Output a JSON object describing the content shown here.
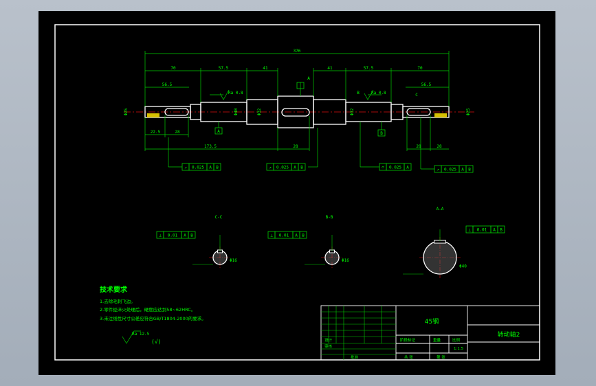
{
  "colors": {
    "background": "#000000",
    "frame": "#ffffff",
    "part": "#ffffff",
    "dimension": "#00d000",
    "centerline": "#e01010",
    "callout": "#00e0ff",
    "text": "#00ff00"
  },
  "drawing": {
    "dims": {
      "overall": "376",
      "seg_left_1": "70",
      "seg_left_2": "57.5",
      "seg_left_3": "41",
      "seg_right_3": "41",
      "seg_right_2": "57.5",
      "seg_right_1": "70",
      "keyway_left": "56.5",
      "keyway_right": "56.5",
      "bottom_left_1": "22.5",
      "bottom_left_2": "28",
      "bottom_left_3": "173.5",
      "bottom_center": "28",
      "bottom_right_1": "28",
      "bottom_right_2": "28",
      "dia_end_left": "Φ25",
      "dia_end_right": "Φ25",
      "dia_mid_left": "Φ32",
      "dia_mid_right": "Φ32",
      "dia_center": "Φ40"
    },
    "roughness_left": "Ra 0.8",
    "roughness_right": "Ra 0.8",
    "datum_a": "A",
    "datum_b": "B",
    "section_mark_a": "A",
    "section_mark_b": "B",
    "section_mark_c": "C",
    "tolerance_frames": [
      {
        "sym": "↗",
        "value": "0.025",
        "d1": "A",
        "d2": "B"
      },
      {
        "sym": "↗",
        "value": "0.025",
        "d1": "A",
        "d2": "B"
      },
      {
        "sym": "⌭",
        "value": "0.025",
        "d1": "A",
        "d2": ""
      },
      {
        "sym": "↗",
        "value": "0.025",
        "d1": "A",
        "d2": "B"
      }
    ],
    "sections": [
      {
        "label": "C-C",
        "tol": "0.01",
        "d1": "A",
        "d2": "B",
        "dia": "Φ16"
      },
      {
        "label": "B-B",
        "tol": "0.01",
        "d1": "A",
        "d2": "B",
        "dia": "Φ16"
      },
      {
        "label": "A-A",
        "tol": "0.01",
        "d1": "A",
        "d2": "B",
        "dia": "Φ40"
      }
    ]
  },
  "tech_requirements": {
    "title": "技术要求",
    "items": [
      "1.去除毛刺飞边。",
      "2.零件经淬火处理后，硬度应达到58~62HRC。",
      "3.未注线性尺寸公差应符合GB/T1804-2000的要求。"
    ],
    "roughness": "Ra 12.5",
    "roughness_other": "(√)"
  },
  "title_block": {
    "material": "45钢",
    "part_name": "转动轴2",
    "scale": "1:1.5",
    "labels": {
      "design": "设计",
      "check": "审核",
      "approve": "批准",
      "stage_mark": "阶段标记",
      "weight": "重量",
      "scale_label": "比例",
      "sheet_total": "共 张",
      "sheet_no": "第 张"
    }
  }
}
